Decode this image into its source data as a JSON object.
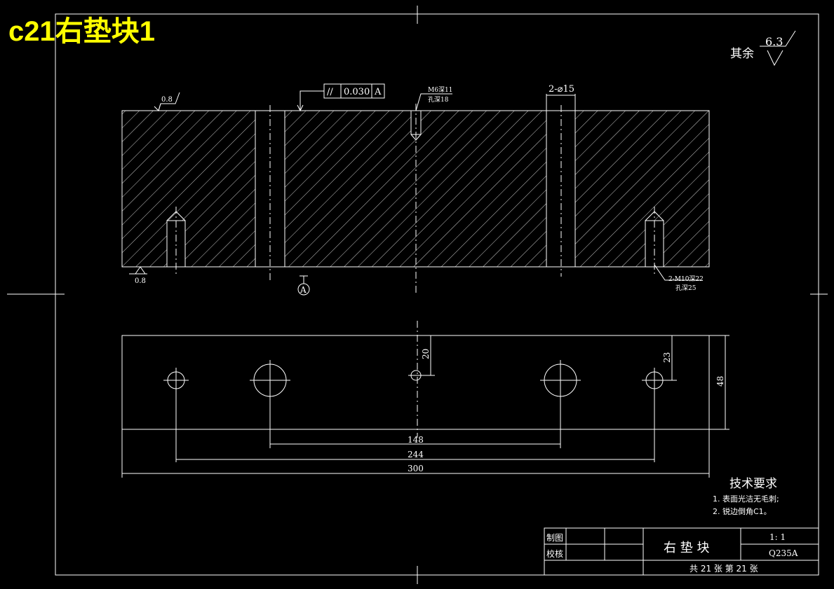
{
  "header": {
    "title": "c21右垫块1",
    "title_color": "#ffff00"
  },
  "roughness": {
    "other_label": "其余",
    "other_value": "6.3",
    "top_left": "0.8",
    "bottom_left": "0.8"
  },
  "tolerance": {
    "symbol": "//",
    "value": "0.030",
    "datum": "A"
  },
  "callouts": {
    "m6_line1": "M6深11",
    "m6_line2": "孔深18",
    "holes_top": "2-⌀15",
    "m10_line1": "2-M10深22",
    "m10_line2": "孔深25",
    "section_marker": "A"
  },
  "dimensions": {
    "d20": "20",
    "d23": "23",
    "d48": "48",
    "d148": "148",
    "d244": "244",
    "d300": "300"
  },
  "tech_req": {
    "heading": "技术要求",
    "item1": "1.  表面光洁无毛刺;",
    "item2": "2.  锐边倒角C1。"
  },
  "title_block": {
    "drawn_label": "制图",
    "checked_label": "校核",
    "part_name": "右 垫 块",
    "scale": "1: 1",
    "material": "Q235A",
    "sheet_info": "共 21 张   第 21 张"
  }
}
